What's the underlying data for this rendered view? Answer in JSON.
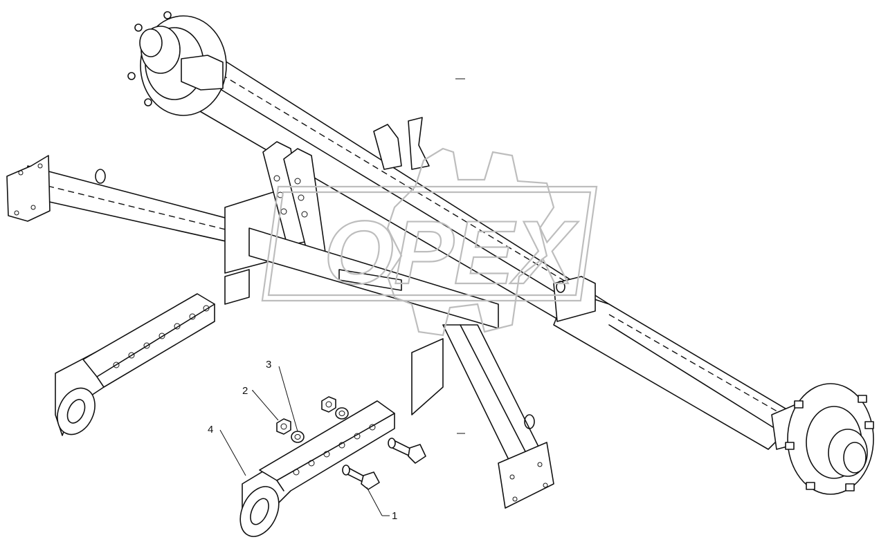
{
  "watermark": {
    "text": "OPEX"
  },
  "callouts": [
    {
      "id": "1",
      "label": "1"
    },
    {
      "id": "2",
      "label": "2"
    },
    {
      "id": "3",
      "label": "3"
    },
    {
      "id": "4",
      "label": "4"
    }
  ]
}
